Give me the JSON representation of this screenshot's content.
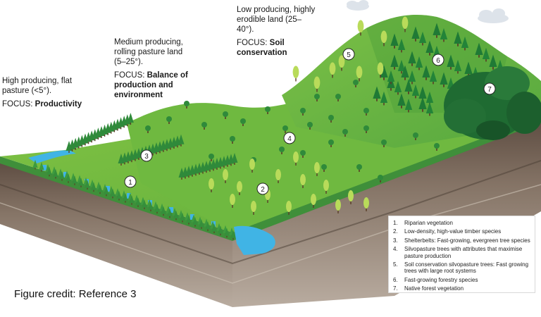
{
  "zones": {
    "high": {
      "title": "High producing, flat pasture (<5°).",
      "focus_prefix": "FOCUS:",
      "focus": "Productivity"
    },
    "medium": {
      "title": "Medium producing, rolling pasture land (5–25°).",
      "focus_prefix": "FOCUS:",
      "focus": "Balance of production and environment"
    },
    "low": {
      "title": "Low producing, highly erodible land (25–40°).",
      "focus_prefix": "FOCUS:",
      "focus": "Soil conservation"
    }
  },
  "markers": [
    "1",
    "2",
    "3",
    "4",
    "5",
    "6",
    "7"
  ],
  "legend": [
    {
      "n": "1.",
      "text": "Riparian vegetation"
    },
    {
      "n": "2.",
      "text": "Low-density, high-value timber species"
    },
    {
      "n": "3.",
      "text": "Shelterbelts: Fast-growing, evergreen tree species"
    },
    {
      "n": "4.",
      "text": "Silvopasture trees with attributes that maximise pasture production"
    },
    {
      "n": "5.",
      "text": "Soil conservation silvopasture trees: Fast growing trees with large root systems"
    },
    {
      "n": "6.",
      "text": "Fast-growing forestry species"
    },
    {
      "n": "7.",
      "text": "Native forest vegetation"
    }
  ],
  "credit": "Figure credit: Reference 3",
  "colors": {
    "grass_light": "#8cc63f",
    "grass_mid": "#6db33f",
    "grass_dark": "#3f8f3a",
    "forest": "#1f6b32",
    "water": "#40b4e5",
    "soil_top": "#6b5a4e",
    "soil_bottom": "#a99a8e"
  },
  "icons": [
    "cloud-icon",
    "conifer-tree-icon",
    "deciduous-tree-icon",
    "native-tree-icon"
  ]
}
